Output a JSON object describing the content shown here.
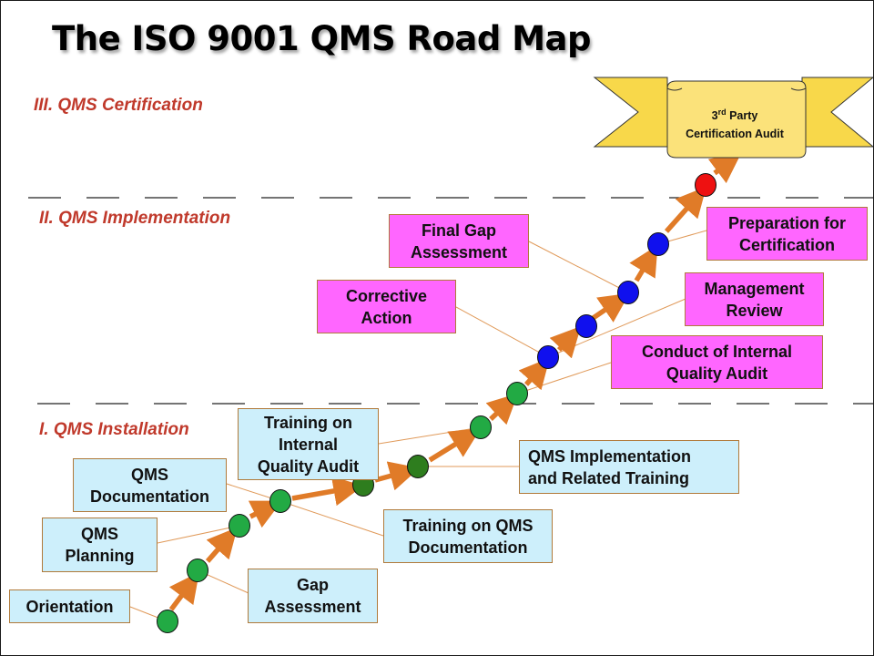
{
  "title": "The ISO 9001 QMS Road Map",
  "phases": [
    {
      "label": "III. QMS Certification"
    },
    {
      "label": "II. QMS Implementation"
    },
    {
      "label": "I. QMS Installation"
    }
  ],
  "steps": {
    "orientation": "Orientation",
    "gap_assessment": "Gap\nAssessment",
    "qms_planning": "QMS\nPlanning",
    "qms_documentation": "QMS\nDocumentation",
    "training_on_qms_documentation": "Training on QMS\nDocumentation",
    "training_on_internal_quality_audit": "Training on\nInternal\nQuality Audit",
    "qms_implementation_and_related_training": "QMS Implementation\nand Related Training",
    "conduct_of_internal_quality_audit": "Conduct of Internal\nQuality Audit",
    "corrective_action": "Corrective\nAction",
    "management_review": "Management\nReview",
    "final_gap_assessment": "Final Gap\nAssessment",
    "preparation_for_certification": "Preparation for\nCertification"
  },
  "banner": {
    "ordinal": "3",
    "ordinal_suffix": "rd",
    "line1_rest": " Party",
    "line2": "Certification Audit"
  },
  "colors": {
    "phase_label": "#c0392b",
    "installation_box": "#cdeffb",
    "implementation_box": "#ff66ff",
    "arrow": "#e07b28",
    "dot_green": "#22aa44",
    "dot_dark_green": "#2e7d1e",
    "dot_blue": "#1010ee",
    "dot_red": "#ee1111",
    "banner_fill": "#f8d84a"
  }
}
